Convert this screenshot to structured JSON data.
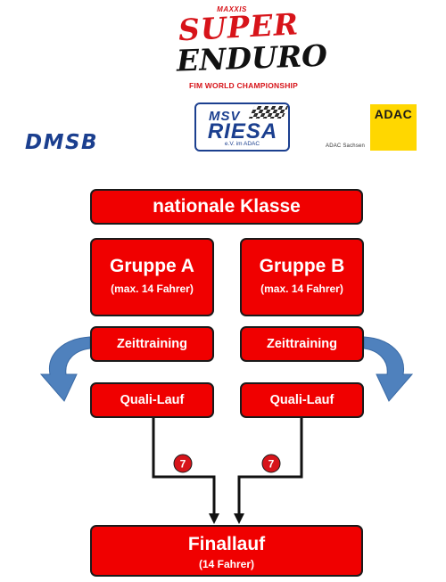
{
  "logos": {
    "maxxis": "MAXXIS",
    "super": "SUPER",
    "enduro": "ENDURO",
    "championship": "FIM WORLD CHAMPIONSHIP",
    "dmsb": "DMSB",
    "msv_top": "MSV",
    "msv_main": "RIESA",
    "msv_sub": "e.V. im ADAC",
    "adac": "ADAC",
    "adac_sachsen": "ADAC Sachsen"
  },
  "diagram": {
    "class_label": "nationale Klasse",
    "group_a": {
      "name": "Gruppe A",
      "sub": "(max. 14 Fahrer)"
    },
    "group_b": {
      "name": "Gruppe B",
      "sub": "(max. 14 Fahrer)"
    },
    "training_a": "Zeittraining",
    "training_b": "Zeittraining",
    "quali_a": "Quali-Lauf",
    "quali_b": "Quali-Lauf",
    "advance_a": "7",
    "advance_b": "7",
    "final": {
      "name": "Finallauf",
      "sub": "(14 Fahrer)"
    }
  },
  "colors": {
    "box_fill": "#f00000",
    "box_border": "#1a1a1a",
    "arrow_blue": "#4f81bd",
    "badge_fill": "#d7141a"
  }
}
